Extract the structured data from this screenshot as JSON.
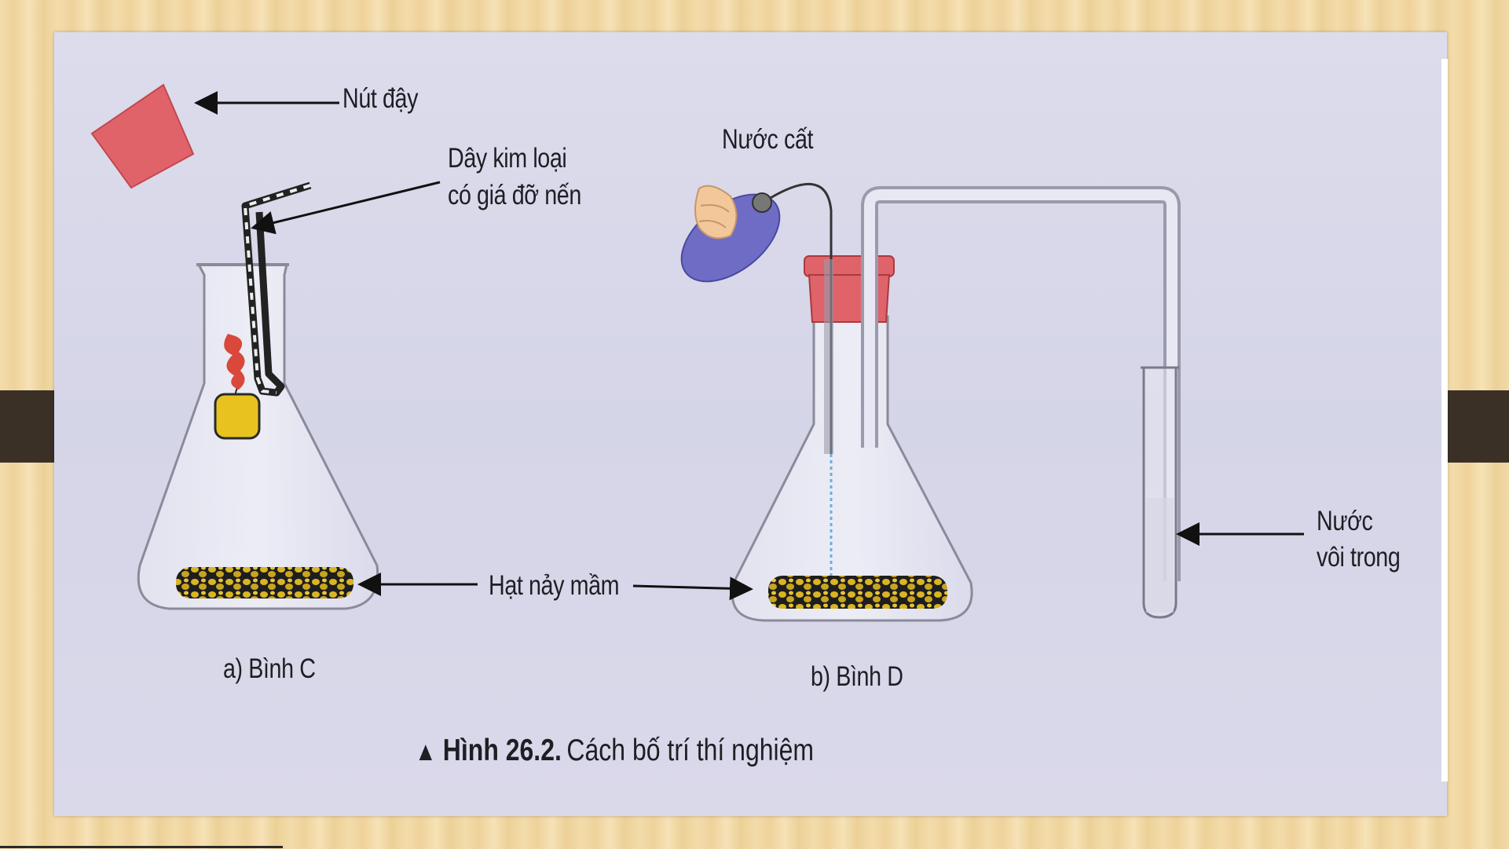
{
  "labels": {
    "stopper": "Nút đậy",
    "wire_line1": "Dây kim loại",
    "wire_line2": "có giá đỡ nến",
    "distilled_water": "Nước cất",
    "seeds": "Hạt nảy mầm",
    "limewater_line1": "Nước",
    "limewater_line2": "vôi trong",
    "flask_c": "a) Bình C",
    "flask_d": "b) Bình D"
  },
  "caption": {
    "marker": "▲",
    "figure_number": "Hình 26.2.",
    "text": "Cách bố trí thí nghiệm"
  },
  "colors": {
    "stopper": "#e0636a",
    "candle": "#e8c320",
    "flame": "#d9483a",
    "bottle": "#6e6cc4",
    "seed_yellow": "#d9b524",
    "background_panel": "#d8d8ea"
  }
}
